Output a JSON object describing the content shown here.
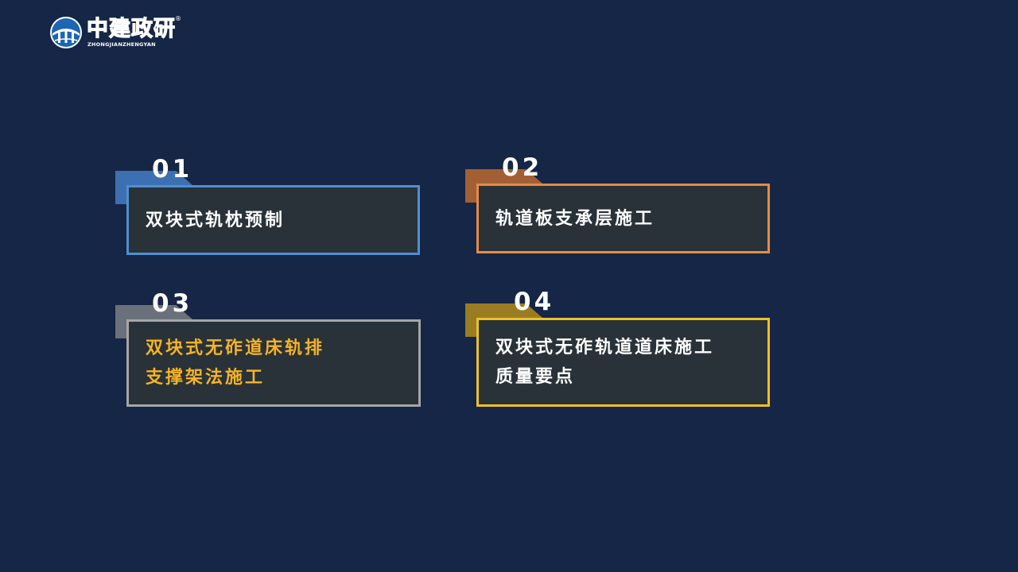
{
  "logo": {
    "name_cn": "中建政研",
    "name_en": "ZHONGJIANZHENGYAN",
    "reg_mark": "®"
  },
  "items": [
    {
      "number": "01",
      "line1": "双块式轨枕预制",
      "line2": "",
      "accent": "#4f8fd4",
      "tab": "#3c70b0",
      "text_color": "#ffffff"
    },
    {
      "number": "02",
      "line1": "轨道板支承层施工",
      "line2": "",
      "accent": "#e88a45",
      "tab": "#a35f34",
      "text_color": "#ffffff"
    },
    {
      "number": "03",
      "line1": "双块式无砟道床轨排",
      "line2": "支撑架法施工",
      "accent": "#a6a6a6",
      "tab": "#6b717a",
      "text_color": "#f6b325"
    },
    {
      "number": "04",
      "line1": "双块式无砟轨道道床施工",
      "line2": "质量要点",
      "accent": "#f0c024",
      "tab": "#9a7d22",
      "text_color": "#ffffff"
    }
  ]
}
